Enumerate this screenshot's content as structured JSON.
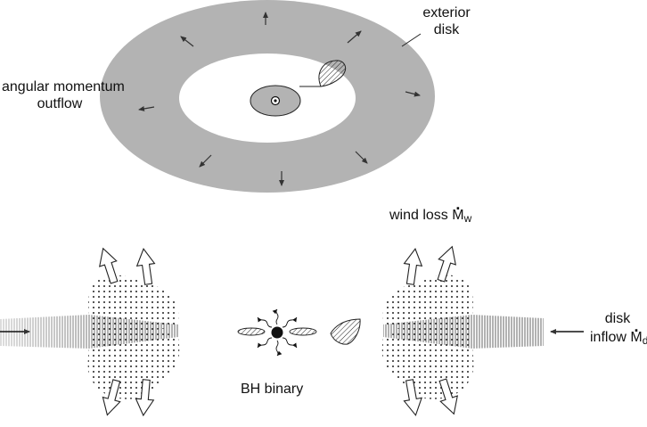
{
  "labels": {
    "exterior_disk_line1": "exterior",
    "exterior_disk_line2": "disk",
    "angular_momentum_line1": "angular momentum",
    "angular_momentum_line2": "outflow",
    "wind_loss_text": "wind loss",
    "wind_loss_symbol": "M",
    "wind_loss_sub": "w",
    "disk_inflow_line1": "disk",
    "disk_inflow_text": "inflow",
    "disk_inflow_symbol": "M",
    "disk_inflow_sub": "d",
    "bh_binary": "BH binary"
  },
  "colors": {
    "disk_gray": "#b3b3b3",
    "ink": "#222222",
    "background": "#ffffff"
  }
}
